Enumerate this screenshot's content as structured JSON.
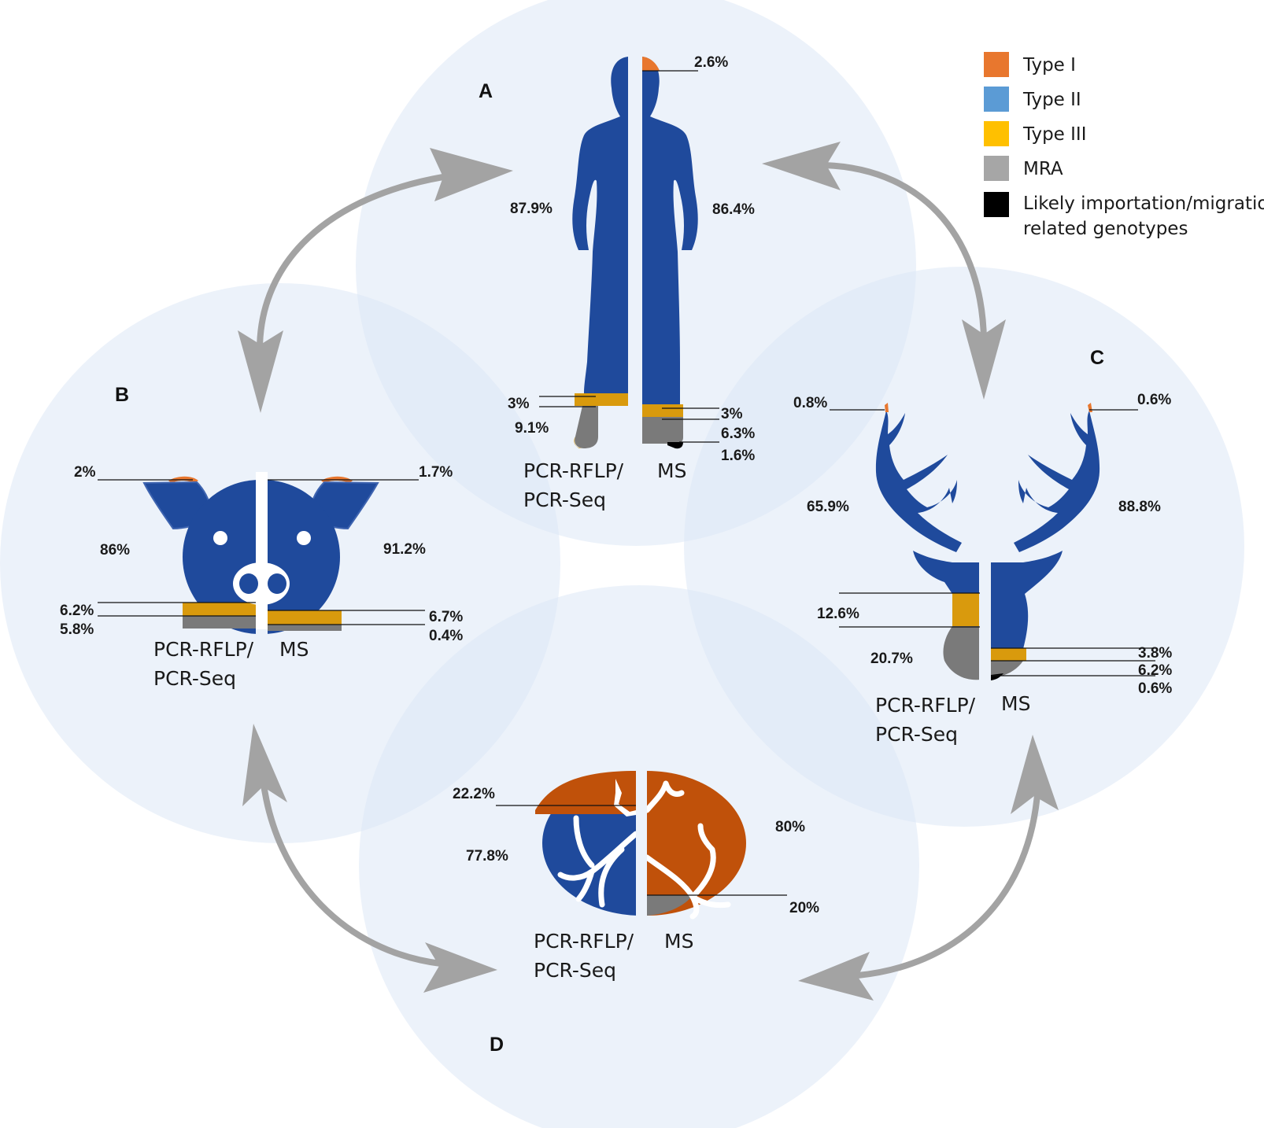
{
  "colors": {
    "type_i": "#e8772e",
    "type_ii": "#5b9bd5",
    "type_iii": "#ffc000",
    "mra": "#a6a6a6",
    "migration": "#000000",
    "silhouette_blue": "#1f4a9c",
    "silhouette_orange": "#c0510a",
    "silhouette_gold": "#d99a0d",
    "silhouette_gray": "#7a7a7a",
    "circle_fill": "#dce8f5",
    "arrow": "#a3a3a3"
  },
  "legend": [
    {
      "label": "Type I",
      "color": "#e8772e"
    },
    {
      "label": "Type II",
      "color": "#5b9bd5"
    },
    {
      "label": "Type III",
      "color": "#ffc000"
    },
    {
      "label": "MRA",
      "color": "#a6a6a6"
    },
    {
      "label_line1": "Likely importation/migration",
      "label_line2": "related genotypes",
      "color": "#000000"
    }
  ],
  "methods": {
    "left_line1": "PCR-RFLP/",
    "left_line2": "PCR-Seq",
    "right": "MS"
  },
  "panels": {
    "A": {
      "letter": "A",
      "left": {
        "type_ii": "87.9%",
        "type_iii": "3%",
        "mra": "9.1%"
      },
      "right": {
        "type_i": "2.6%",
        "type_ii": "86.4%",
        "type_iii": "3%",
        "mra": "6.3%",
        "migration": "1.6%"
      }
    },
    "B": {
      "letter": "B",
      "left": {
        "type_i": "2%",
        "type_ii": "86%",
        "type_iii": "6.2%",
        "mra": "5.8%"
      },
      "right": {
        "type_i": "1.7%",
        "type_ii": "91.2%",
        "type_iii": "6.7%",
        "mra": "0.4%"
      }
    },
    "C": {
      "letter": "C",
      "left": {
        "type_i": "0.8%",
        "type_ii": "65.9%",
        "type_iii": "12.6%",
        "mra": "20.7%"
      },
      "right": {
        "type_i": "0.6%",
        "type_ii": "88.8%",
        "type_iii": "3.8%",
        "mra": "6.2%",
        "migration": "0.6%"
      }
    },
    "D": {
      "letter": "D",
      "left": {
        "type_i": "22.2%",
        "type_ii": "77.8%"
      },
      "right": {
        "type_i": "80%",
        "mra": "20%"
      }
    }
  }
}
